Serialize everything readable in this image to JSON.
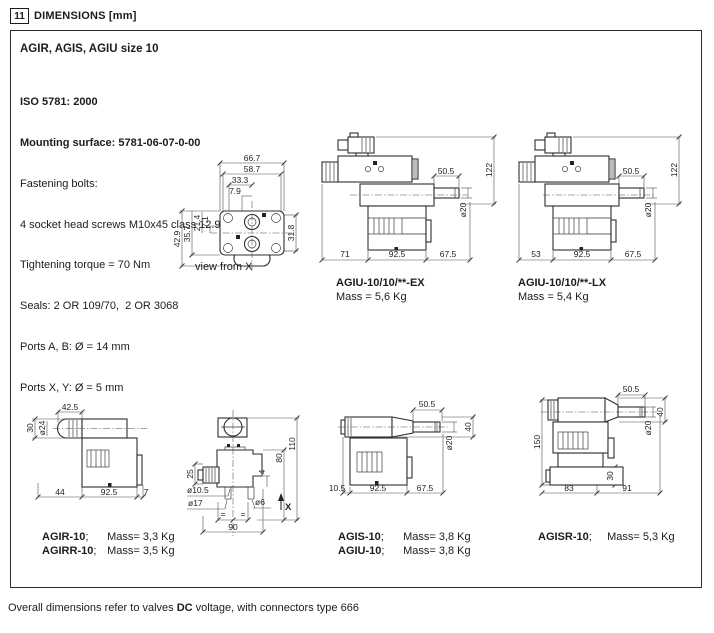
{
  "header": {
    "num": "11",
    "title": "DIMENSIONS [mm]"
  },
  "panel_title": "AGIR, AGIS, AGIU size 10",
  "specs": [
    "ISO 5781: 2000",
    "Mounting surface: 5781-06-07-0-00",
    "Fastening bolts:",
    "4 socket head screws M10x45 class 12.9",
    "Tightening torque = 70 Nm",
    "Seals: 2 OR 109/70,  2 OR 3068",
    "Ports A, B: Ø = 14 mm",
    "Ports X, Y: Ø = 5 mm"
  ],
  "view_x": {
    "caption": "view from X",
    "d667": "66.7",
    "d587": "58.7",
    "d333": "33.3",
    "d79": "7.9",
    "d429": "42.9",
    "d357": "35.7",
    "d214": "21.4",
    "d71": "7.1",
    "d318": "31.8"
  },
  "agiu_ex": {
    "title": "AGIU-10/10/**-EX",
    "mass": "Mass = 5,6 Kg",
    "d505": "50.5",
    "d122": "122",
    "dia": "ø20",
    "b1": "71",
    "b2": "92.5",
    "b3": "67.5"
  },
  "agiu_lx": {
    "title": "AGIU-10/10/**-LX",
    "mass": "Mass = 5,4 Kg",
    "d505": "50.5",
    "d122": "122",
    "dia": "ø20",
    "b1": "53",
    "b2": "92.5",
    "b3": "67.5"
  },
  "agir": {
    "d425": "42.5",
    "d30": "30",
    "dia": "ø24",
    "b1": "44",
    "b2": "92.5",
    "b3": "7"
  },
  "front": {
    "d110": "110",
    "d80": "80",
    "d25": "25",
    "d4": "4",
    "p1": "ø10.5",
    "p2": "ø17",
    "p3": "ø6",
    "eq": "=",
    "d90": "90",
    "axis": "X"
  },
  "agis": {
    "d505": "50.5",
    "d40": "40",
    "dia": "ø20",
    "b1": "10.5",
    "b2": "92.5",
    "b3": "67.5"
  },
  "agisr": {
    "d505": "50.5",
    "d40": "40",
    "dia": "ø20",
    "d150": "150",
    "d30": "30",
    "b1": "83",
    "b2": "91"
  },
  "captions": {
    "sep": ";",
    "agir_name": "AGIR-10",
    "agir_mass": "Mass= 3,3 Kg",
    "agirr_name": "AGIRR-10",
    "agirr_mass": "Mass= 3,5 Kg",
    "agis_name": "AGIS-10",
    "agis_mass": "Mass= 3,8 Kg",
    "agiu_name": "AGIU-10",
    "agiu_mass": "Mass= 3,8 Kg",
    "agisr_name": "AGISR-10",
    "agisr_mass": "Mass= 5,3 Kg"
  },
  "footer": {
    "pre": "Overall dimensions refer to valves ",
    "bold": "DC",
    "post": " voltage, with connectors type 666"
  }
}
